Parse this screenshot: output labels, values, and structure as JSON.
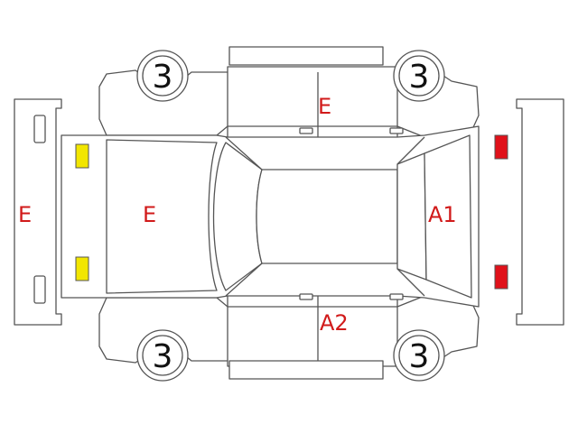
{
  "tires": [
    "3",
    "3",
    "3",
    "3"
  ],
  "codes": {
    "rear_bumper": "E",
    "roof": "E",
    "right_doors": "E",
    "windshield": "A1",
    "left_doors": "A2"
  },
  "colors": {
    "outline": "#555555",
    "code_text": "#d11a1a",
    "rear_lamp": "#f2e600",
    "front_lamp": "#e0111a"
  }
}
